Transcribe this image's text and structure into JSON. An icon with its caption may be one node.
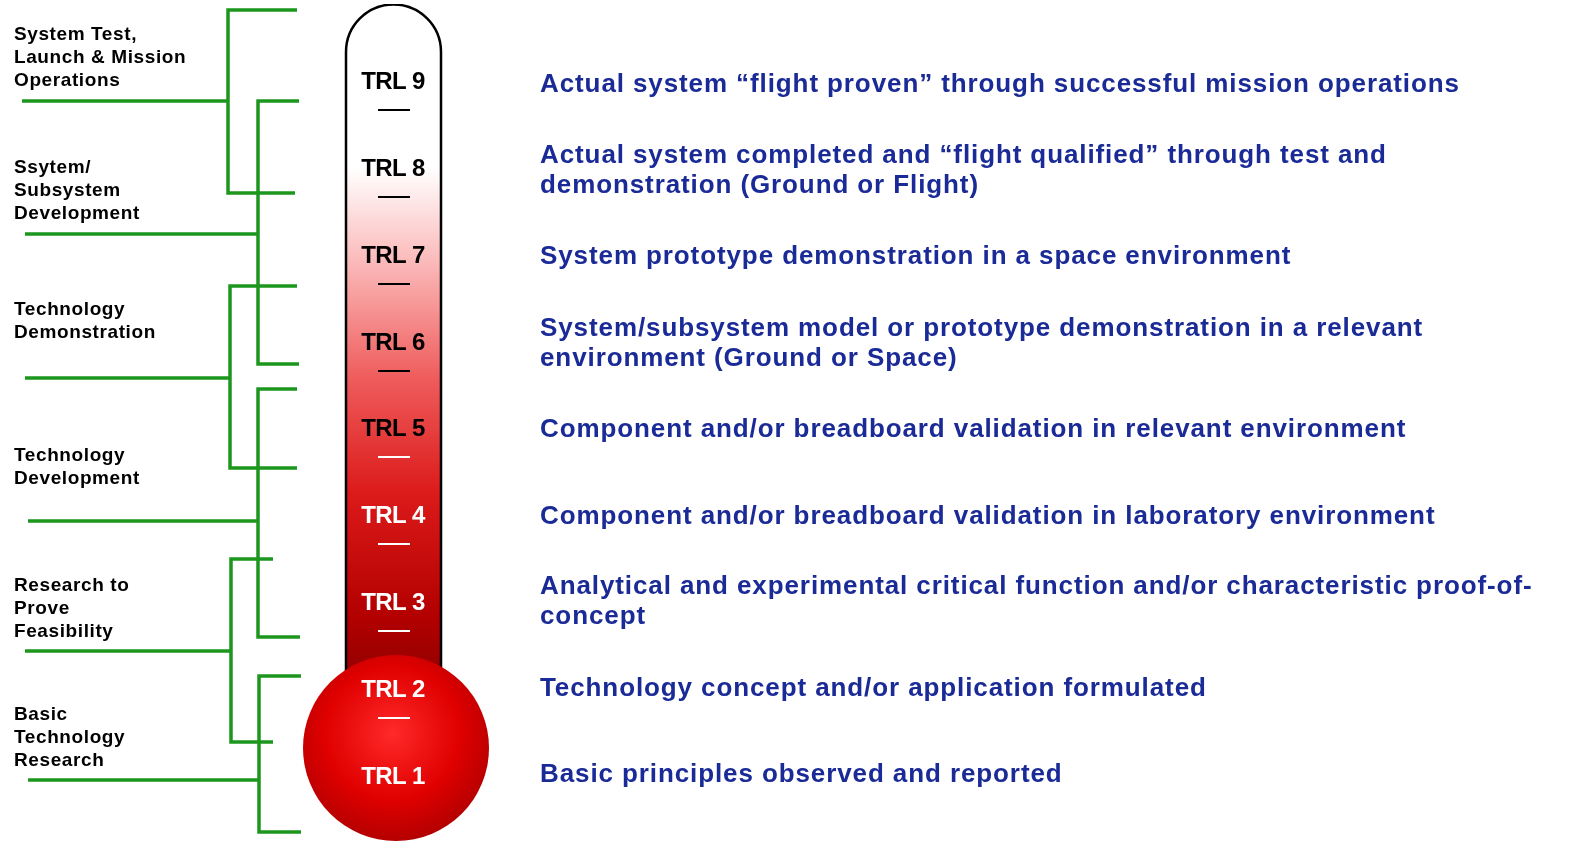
{
  "diagram": {
    "nodes": [
      {
        "text": [
          "TRL 9",
          "TRL 8",
          "TRL 7",
          "TRL 6",
          "TRL 5",
          "TRL 4",
          "TRL 3",
          "TRL 2",
          "TRL 1"
        ]
      }
    ],
    "labels": [
      "System Test, Launch & Mission Operations",
      "Ssytem/ Subsystem Development",
      "Technology Demonstration",
      "Technology Development",
      "Research to Prove Feasibility",
      "Basic Technology Research",
      "Actual system “flight proven” through successful mission operations",
      "Actual system completed and “flight qualified” through test and demonstration (Ground or Flight)",
      "System prototype demonstration in a space environment",
      "System/subsystem model or prototype demonstration in a relevant environment (Ground or Space)",
      "Component and/or breadboard validation in relevant environment",
      "Component and/or breadboard validation in laboratory environment",
      "Analytical and experimental critical function and/or characteristic proof-of-concept",
      "Technology concept and/or application formulated",
      "Basic principles observed and reported"
    ]
  }
}
